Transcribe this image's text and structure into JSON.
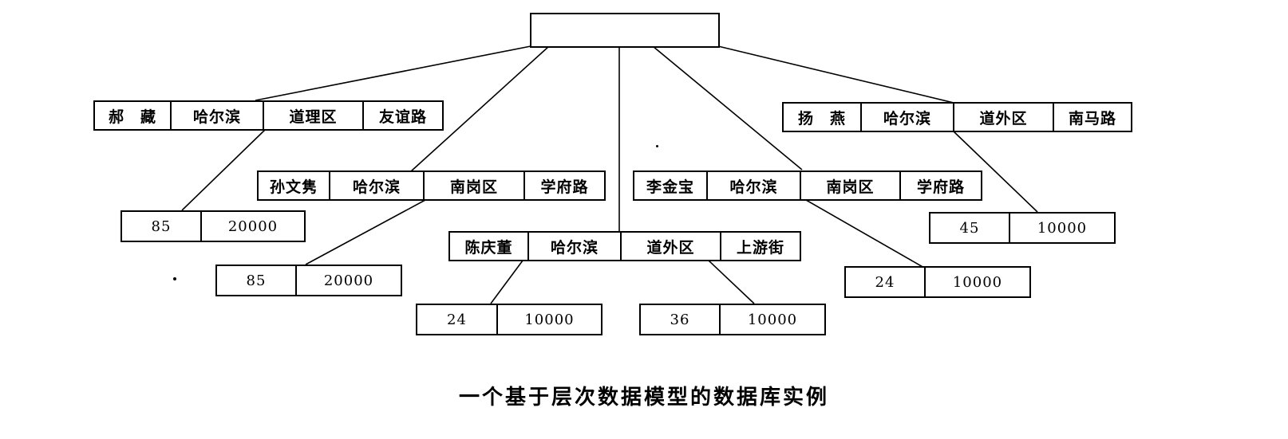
{
  "root_label": "",
  "persons": [
    {
      "name": "郝　藏",
      "city": "哈尔滨",
      "district": "道理区",
      "street": "友谊路"
    },
    {
      "name": "孙文隽",
      "city": "哈尔滨",
      "district": "南岗区",
      "street": "学府路"
    },
    {
      "name": "陈庆董",
      "city": "哈尔滨",
      "district": "道外区",
      "street": "上游街"
    },
    {
      "name": "李金宝",
      "city": "哈尔滨",
      "district": "南岗区",
      "street": "学府路"
    },
    {
      "name": "扬　燕",
      "city": "哈尔滨",
      "district": "道外区",
      "street": "南马路"
    }
  ],
  "records": [
    {
      "age": "85",
      "salary": "20000"
    },
    {
      "age": "85",
      "salary": "20000"
    },
    {
      "age": "24",
      "salary": "10000"
    },
    {
      "age": "36",
      "salary": "10000"
    },
    {
      "age": "24",
      "salary": "10000"
    },
    {
      "age": "45",
      "salary": "10000"
    }
  ],
  "caption": "一个基于层次数据模型的数据库实例"
}
